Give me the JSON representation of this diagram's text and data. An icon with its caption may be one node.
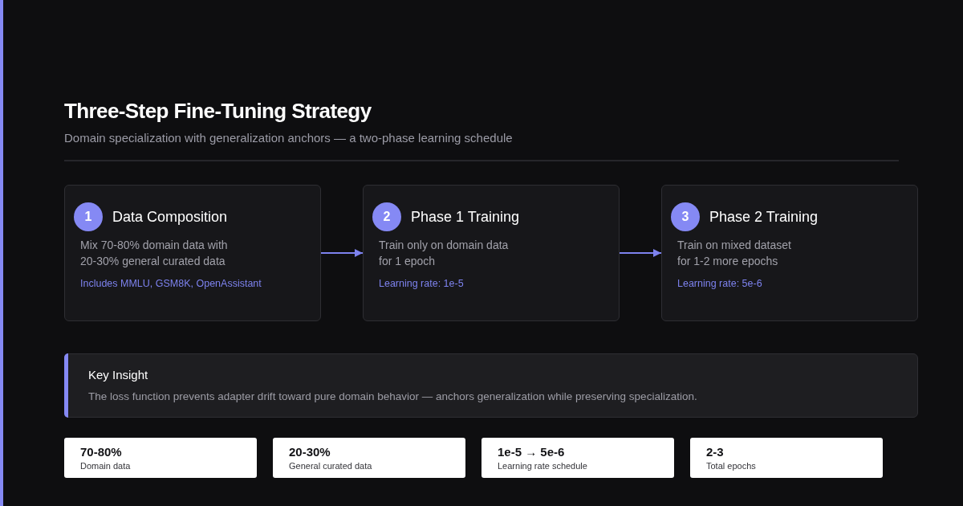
{
  "diagram": {
    "title": "Three-Step Fine-Tuning Strategy",
    "nodes": [
      {
        "text": [
          "Data Composition",
          "Mix 70-80% domain data with 20-30% general curated data",
          "Includes MMLU, GSM8K, OpenAssistant"
        ]
      },
      {
        "text": [
          "1"
        ],
        "in": 0
      },
      {
        "text": [
          "Phase 1 Training",
          "Train only on domain data for 1 epoch",
          "Learning rate: 1e-5"
        ]
      },
      {
        "text": [
          "2"
        ],
        "in": 2
      },
      {
        "text": [
          "Phase 2 Training",
          "Train on mixed dataset for 1-2 more epochs",
          "Learning rate: 5e-6"
        ]
      },
      {
        "text": [
          "3"
        ],
        "in": 4
      },
      {
        "text": [
          "Key Insight",
          "The loss function prevents adapter drift toward pure domain behavior — anchors generalization while preserving specialization."
        ]
      },
      {
        "text": [
          "70-80%",
          "Domain data"
        ]
      },
      {
        "text": [
          "20-30%",
          "General curated data"
        ]
      },
      {
        "text": [
          "1e-5 → 5e-6",
          "Learning rate schedule"
        ]
      },
      {
        "text": [
          "2-3",
          "Total epochs"
        ]
      }
    ],
    "edges": [
      {
        "from": 0,
        "to": 2,
        "arrow": "to"
      },
      {
        "from": 2,
        "to": 4,
        "arrow": "to"
      }
    ],
    "labels": [
      "Domain specialization with generalization anchors — a two-phase learning schedule"
    ]
  }
}
